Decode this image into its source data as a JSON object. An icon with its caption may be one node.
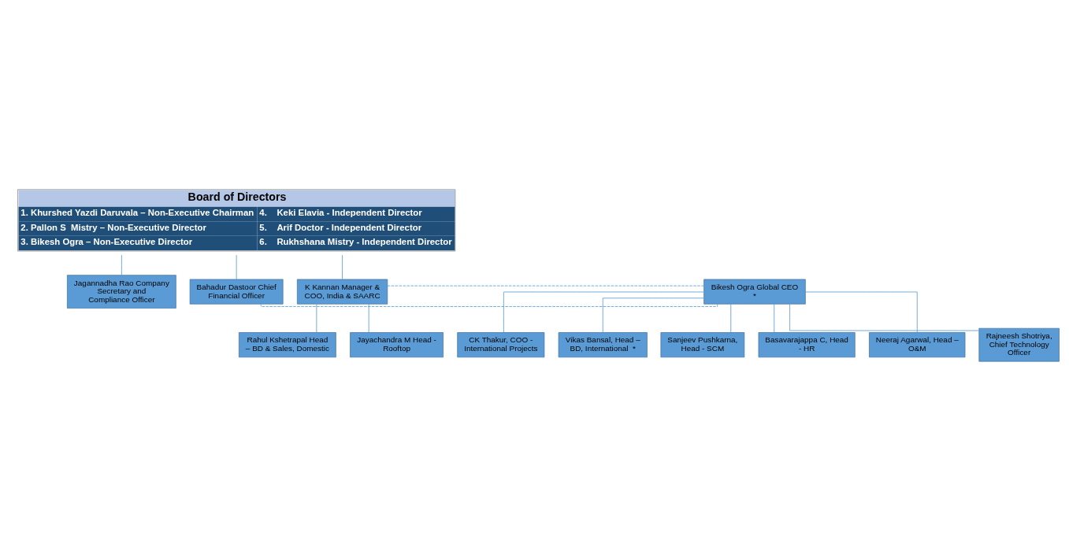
{
  "diagram": {
    "nodes": [
      {
        "text": [
          "Board of Directors",
          "1. Khurshed Yazdi Daruvala – Non-Executive Chairman",
          "2. Pallon S  Mistry – Non-Executive Director",
          "3. Bikesh Ogra – Non-Executive Director",
          "4.    Keki Elavia - Independent Director",
          "5.    Arif Doctor - Independent Director",
          "6.    Rukhshana Mistry - Independent Director"
        ]
      },
      {
        "text": [
          "Jagannadha Rao Company Secretary and Compliance Officer"
        ]
      },
      {
        "text": [
          "Bahadur Dastoor Chief Financial Officer"
        ]
      },
      {
        "text": [
          "K Kannan Manager & COO, India & SAARC"
        ]
      },
      {
        "text": [
          "Bikesh Ogra Global CEO  *"
        ]
      },
      {
        "text": [
          "Rahul Kshetrapal Head – BD & Sales, Domestic"
        ]
      },
      {
        "text": [
          "Jayachandra M Head - Rooftop"
        ]
      },
      {
        "text": [
          "CK Thakur, COO - International Projects"
        ]
      },
      {
        "text": [
          "Vikas Bansal, Head – BD, International  *"
        ]
      },
      {
        "text": [
          "Sanjeev Pushkarna, Head - SCM"
        ]
      },
      {
        "text": [
          "Basavarajappa C, Head - HR"
        ]
      },
      {
        "text": [
          "Neeraj Agarwal, Head – O&M"
        ]
      },
      {
        "text": [
          "Rajneesh Shotriya, Chief Technology Officer"
        ]
      }
    ],
    "edges": [
      {
        "from": 0,
        "to": 1,
        "arrow": "none"
      },
      {
        "from": 0,
        "to": 2,
        "arrow": "none"
      },
      {
        "from": 0,
        "to": 3,
        "arrow": "none"
      },
      {
        "from": 4,
        "to": 2,
        "arrow": "none",
        "style": "dashed"
      },
      {
        "from": 4,
        "to": 3,
        "arrow": "none",
        "style": "dashed"
      },
      {
        "from": 3,
        "to": 5,
        "arrow": "none"
      },
      {
        "from": 3,
        "to": 6,
        "arrow": "none"
      },
      {
        "from": 4,
        "to": 7,
        "arrow": "none"
      },
      {
        "from": 4,
        "to": 8,
        "arrow": "none"
      },
      {
        "from": 4,
        "to": 9,
        "arrow": "none"
      },
      {
        "from": 4,
        "to": 10,
        "arrow": "none"
      },
      {
        "from": 4,
        "to": 11,
        "arrow": "none"
      },
      {
        "from": 4,
        "to": 12,
        "arrow": "none"
      }
    ]
  }
}
